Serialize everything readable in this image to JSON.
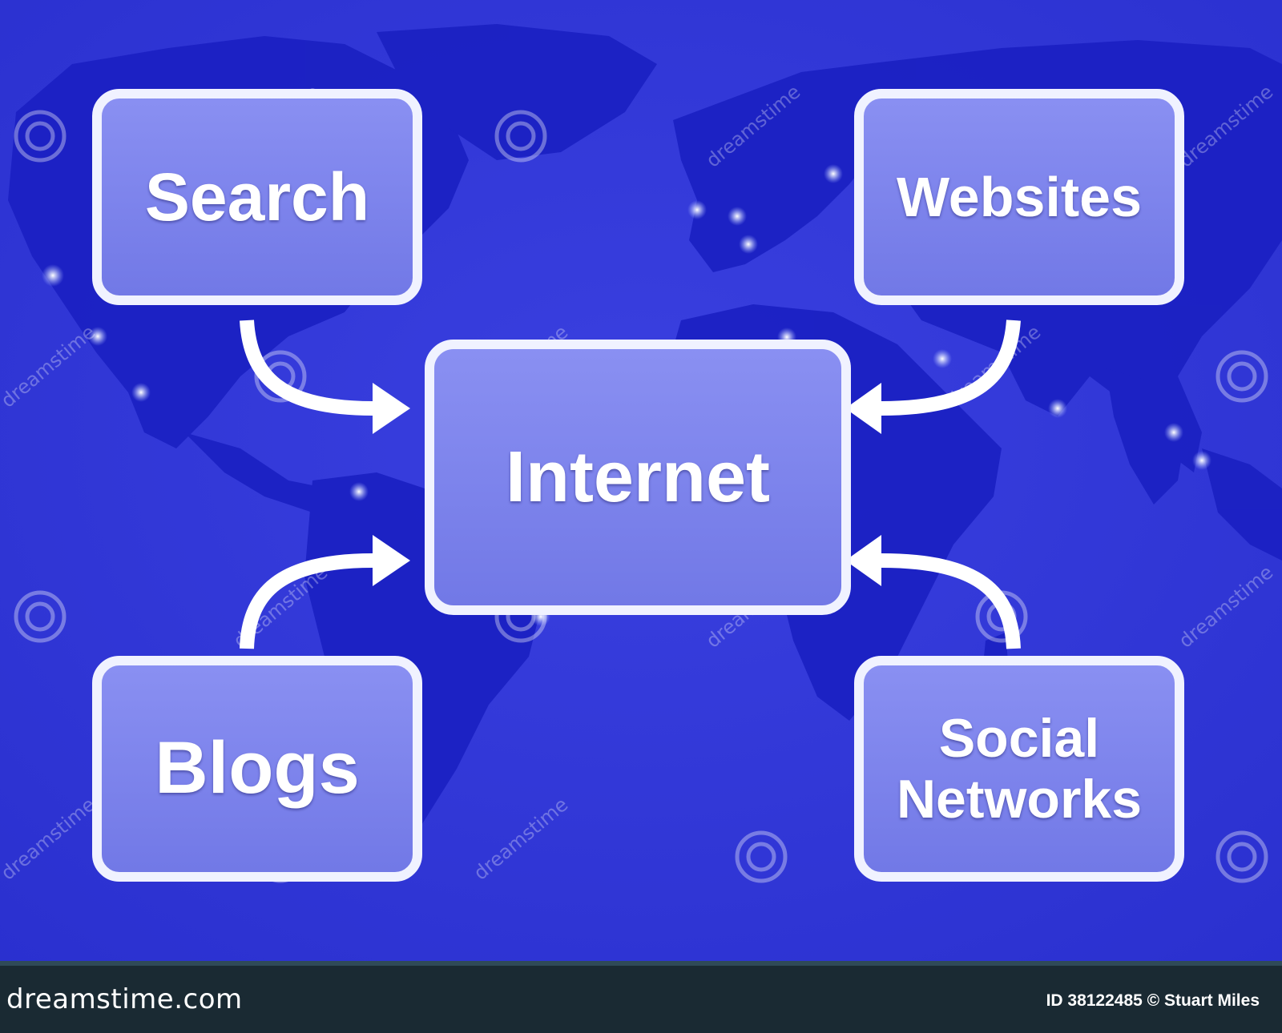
{
  "diagram": {
    "center_node": {
      "label": "Internet"
    },
    "nodes": [
      {
        "id": "search",
        "label": "Search"
      },
      {
        "id": "websites",
        "label": "Websites"
      },
      {
        "id": "blogs",
        "label": "Blogs"
      },
      {
        "id": "social-networks",
        "label": "Social\nNetworks"
      }
    ],
    "edges": [
      {
        "from": "Search",
        "to": "Internet"
      },
      {
        "from": "Websites",
        "to": "Internet"
      },
      {
        "from": "Blogs",
        "to": "Internet"
      },
      {
        "from": "Social Networks",
        "to": "Internet"
      }
    ]
  },
  "background": {
    "type": "world map",
    "colors": {
      "ocean": "#3136d8",
      "land": "#1c22c4",
      "box_fill": "#7f86ee",
      "box_border": "#eef0ff",
      "arrow": "#ffffff"
    }
  },
  "watermark": {
    "text": "dreamstime"
  },
  "footer": {
    "brand": "dreamstime.com",
    "credit": "ID 38122485 © Stuart Miles"
  }
}
